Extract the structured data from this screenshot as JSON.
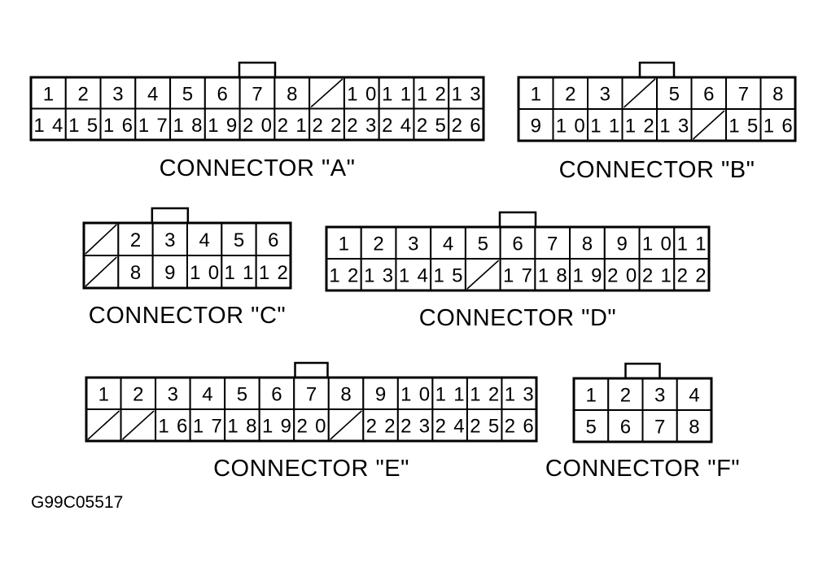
{
  "figure_id": "G99C05517",
  "connectors": [
    {
      "id": "A",
      "label": "CONNECTOR \"A\"",
      "columns": 13,
      "latch_over_column": 7,
      "rows": [
        [
          "1",
          "2",
          "3",
          "4",
          "5",
          "6",
          "7",
          "8",
          "",
          "10",
          "11",
          "12",
          "13"
        ],
        [
          "14",
          "15",
          "16",
          "17",
          "18",
          "19",
          "20",
          "21",
          "22",
          "23",
          "24",
          "25",
          "26"
        ]
      ],
      "unused_pins": [
        "9"
      ]
    },
    {
      "id": "B",
      "label": "CONNECTOR \"B\"",
      "columns": 8,
      "latch_over_column": 4.5,
      "rows": [
        [
          "1",
          "2",
          "3",
          "",
          "5",
          "6",
          "7",
          "8"
        ],
        [
          "9",
          "10",
          "11",
          "12",
          "13",
          "",
          "15",
          "16"
        ]
      ],
      "unused_pins": [
        "4",
        "14"
      ]
    },
    {
      "id": "C",
      "label": "CONNECTOR \"C\"",
      "columns": 6,
      "latch_over_column": 3,
      "rows": [
        [
          "",
          "2",
          "3",
          "4",
          "5",
          "6"
        ],
        [
          "",
          "8",
          "9",
          "10",
          "11",
          "12"
        ]
      ],
      "unused_pins": [
        "1",
        "7"
      ]
    },
    {
      "id": "D",
      "label": "CONNECTOR \"D\"",
      "columns": 11,
      "latch_over_column": 6,
      "rows": [
        [
          "1",
          "2",
          "3",
          "4",
          "5",
          "6",
          "7",
          "8",
          "9",
          "10",
          "11"
        ],
        [
          "12",
          "13",
          "14",
          "15",
          "",
          "17",
          "18",
          "19",
          "20",
          "21",
          "22"
        ]
      ],
      "unused_pins": [
        "16"
      ]
    },
    {
      "id": "E",
      "label": "CONNECTOR \"E\"",
      "columns": 13,
      "latch_over_column": 7,
      "rows": [
        [
          "1",
          "2",
          "3",
          "4",
          "5",
          "6",
          "7",
          "8",
          "9",
          "10",
          "11",
          "12",
          "13"
        ],
        [
          "",
          "",
          "16",
          "17",
          "18",
          "19",
          "20",
          "",
          "22",
          "23",
          "24",
          "25",
          "26"
        ]
      ],
      "unused_pins": [
        "14",
        "15",
        "21"
      ]
    },
    {
      "id": "F",
      "label": "CONNECTOR \"F\"",
      "columns": 4,
      "latch_over_column": 2.5,
      "rows": [
        [
          "1",
          "2",
          "3",
          "4"
        ],
        [
          "5",
          "6",
          "7",
          "8"
        ]
      ],
      "unused_pins": []
    }
  ]
}
